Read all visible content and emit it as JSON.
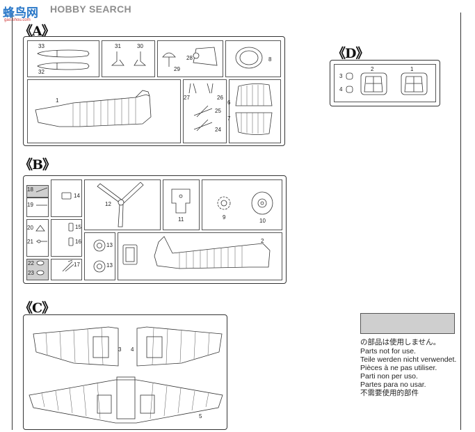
{
  "watermark": {
    "site_name": "HOBBY SEARCH",
    "logo_text": "蜂鸟网",
    "logo_url_text": "gao.shou.com"
  },
  "sections": {
    "A": {
      "label": "《A》",
      "parts": {
        "p1": "1",
        "p6": "6",
        "p7": "7",
        "p8": "8",
        "p24": "24",
        "p25": "25",
        "p26": "26",
        "p27": "27",
        "p28": "28",
        "p29": "29",
        "p30": "30",
        "p31": "31",
        "p32": "32",
        "p33": "33"
      }
    },
    "B": {
      "label": "《B》",
      "parts": {
        "p2": "2",
        "p9": "9",
        "p10": "10",
        "p11": "11",
        "p12": "12",
        "p13a": "13",
        "p13b": "13",
        "p14": "14",
        "p15": "15",
        "p16": "16",
        "p17": "17",
        "p18": "18",
        "p19": "19",
        "p20": "20",
        "p21": "21",
        "p22": "22",
        "p23": "23"
      }
    },
    "C": {
      "label": "《C》",
      "parts": {
        "p3": "3",
        "p4": "4",
        "p5": "5"
      }
    },
    "D": {
      "label": "《D》",
      "parts": {
        "p1": "1",
        "p2": "2",
        "p3": "3",
        "p4": "4"
      }
    }
  },
  "legend": {
    "swatch_color": "#cfcfcf",
    "lines": [
      "の部品は使用しません。",
      "Parts not for use.",
      "Teile werden nicht verwendet.",
      "Pièces à ne pas utiliser.",
      "Parti non per uso.",
      "Partes para no usar.",
      "不需要使用的部件"
    ]
  }
}
